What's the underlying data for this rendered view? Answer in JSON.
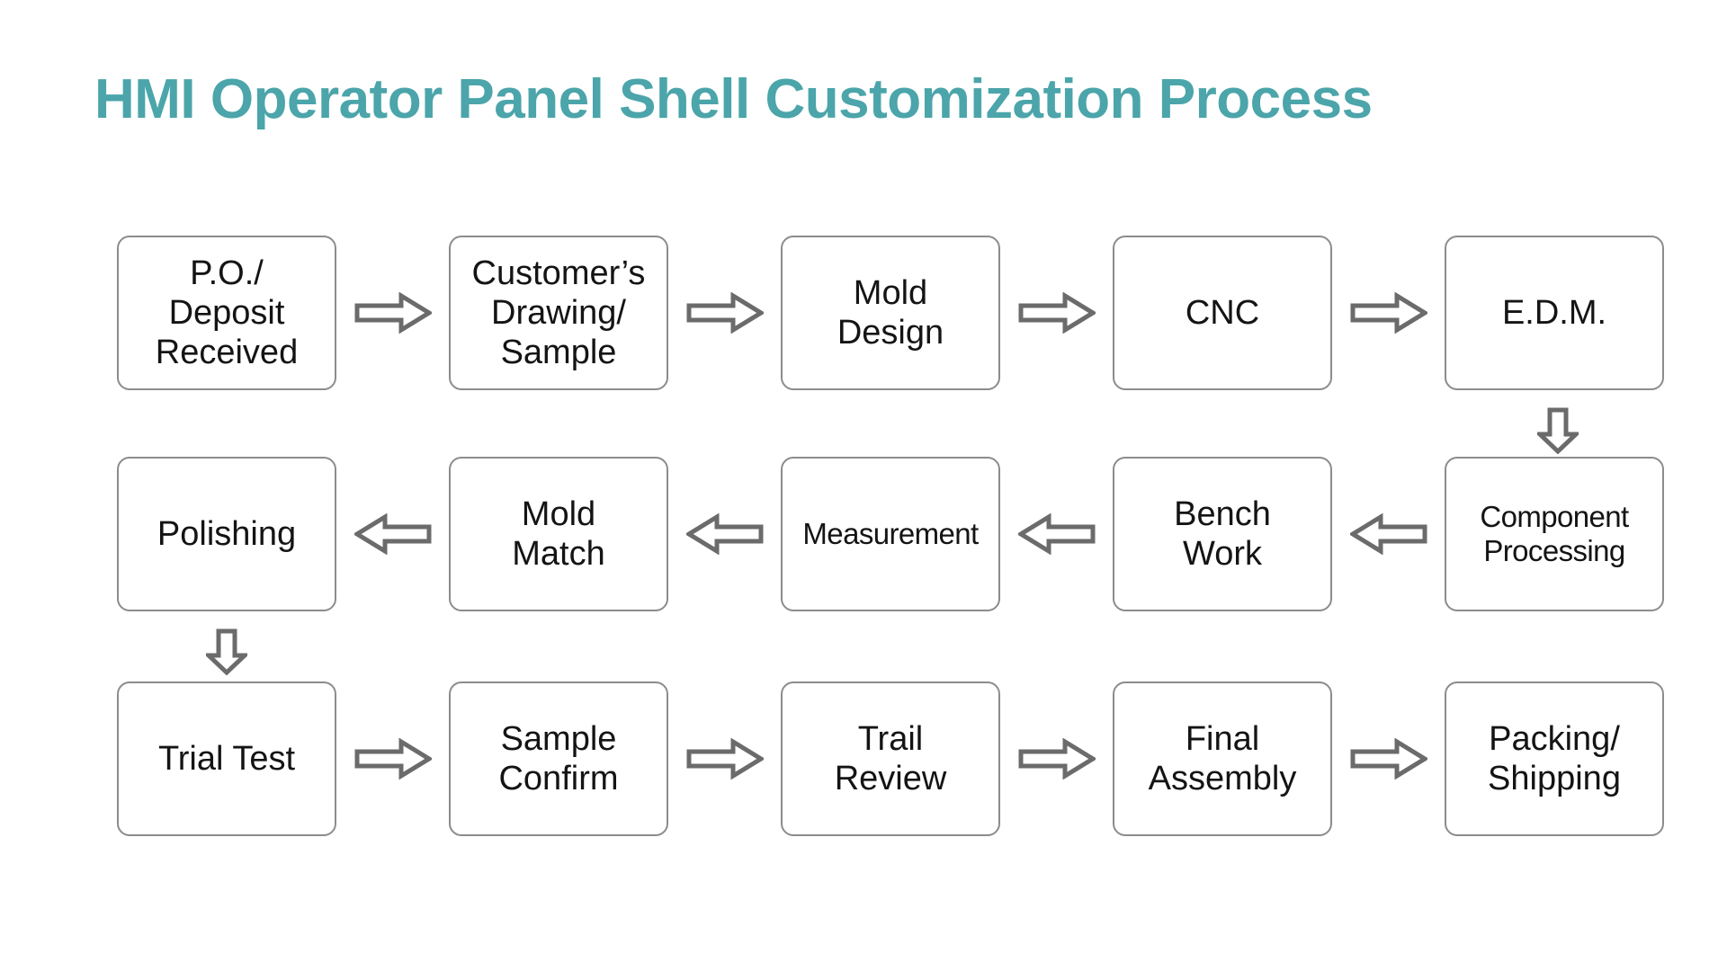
{
  "title": "HMI Operator Panel Shell Customization Process",
  "theme": {
    "title_color": "#4BA5AA",
    "box_border_color": "#8c8c8c",
    "box_fill_color": "#ffffff",
    "arrow_stroke_color": "#6b6b6b",
    "arrow_fill_color": "#ffffff",
    "text_color": "#141414",
    "background": "#ffffff"
  },
  "chart_data": {
    "type": "diagram",
    "title": "HMI Operator Panel Shell Customization Process",
    "layout": "3-row serpentine flowchart, 5 nodes per row",
    "nodes": [
      {
        "id": 1,
        "label": "P.O./\nDeposit\nReceived",
        "row": 1,
        "col": 1
      },
      {
        "id": 2,
        "label": "Customer’s\nDrawing/\nSample",
        "row": 1,
        "col": 2
      },
      {
        "id": 3,
        "label": "Mold\nDesign",
        "row": 1,
        "col": 3
      },
      {
        "id": 4,
        "label": "CNC",
        "row": 1,
        "col": 4
      },
      {
        "id": 5,
        "label": "E.D.M.",
        "row": 1,
        "col": 5
      },
      {
        "id": 6,
        "label": "Component\nProcessing",
        "row": 2,
        "col": 5
      },
      {
        "id": 7,
        "label": "Bench\nWork",
        "row": 2,
        "col": 4
      },
      {
        "id": 8,
        "label": "Measurement",
        "row": 2,
        "col": 3
      },
      {
        "id": 9,
        "label": "Mold\nMatch",
        "row": 2,
        "col": 2
      },
      {
        "id": 10,
        "label": "Polishing",
        "row": 2,
        "col": 1
      },
      {
        "id": 11,
        "label": "Trial Test",
        "row": 3,
        "col": 1
      },
      {
        "id": 12,
        "label": "Sample\nConfirm",
        "row": 3,
        "col": 2
      },
      {
        "id": 13,
        "label": "Trail\nReview",
        "row": 3,
        "col": 3
      },
      {
        "id": 14,
        "label": "Final\nAssembly",
        "row": 3,
        "col": 4
      },
      {
        "id": 15,
        "label": "Packing/\nShipping",
        "row": 3,
        "col": 5
      }
    ],
    "edges": [
      {
        "from": 1,
        "to": 2,
        "direction": "right"
      },
      {
        "from": 2,
        "to": 3,
        "direction": "right"
      },
      {
        "from": 3,
        "to": 4,
        "direction": "right"
      },
      {
        "from": 4,
        "to": 5,
        "direction": "right"
      },
      {
        "from": 5,
        "to": 6,
        "direction": "down"
      },
      {
        "from": 6,
        "to": 7,
        "direction": "left"
      },
      {
        "from": 7,
        "to": 8,
        "direction": "left"
      },
      {
        "from": 8,
        "to": 9,
        "direction": "left"
      },
      {
        "from": 9,
        "to": 10,
        "direction": "left"
      },
      {
        "from": 10,
        "to": 11,
        "direction": "down"
      },
      {
        "from": 11,
        "to": 12,
        "direction": "right"
      },
      {
        "from": 12,
        "to": 13,
        "direction": "right"
      },
      {
        "from": 13,
        "to": 14,
        "direction": "right"
      },
      {
        "from": 14,
        "to": 15,
        "direction": "right"
      }
    ]
  },
  "rows": {
    "row1": {
      "nodes": [
        {
          "label": "P.O./\nDeposit\nReceived"
        },
        {
          "label": "Customer’s\nDrawing/\nSample"
        },
        {
          "label": "Mold\nDesign"
        },
        {
          "label": "CNC"
        },
        {
          "label": "E.D.M."
        }
      ]
    },
    "row2": {
      "nodes": [
        {
          "label": "Polishing"
        },
        {
          "label": "Mold\nMatch"
        },
        {
          "label": "Measurement"
        },
        {
          "label": "Bench\nWork"
        },
        {
          "label": "Component\nProcessing"
        }
      ]
    },
    "row3": {
      "nodes": [
        {
          "label": "Trial Test"
        },
        {
          "label": "Sample\nConfirm"
        },
        {
          "label": "Trail\nReview"
        },
        {
          "label": "Final\nAssembly"
        },
        {
          "label": "Packing/\nShipping"
        }
      ]
    }
  },
  "icons": {
    "arrow_right": "arrow-right-icon",
    "arrow_left": "arrow-left-icon",
    "arrow_down": "arrow-down-icon"
  }
}
